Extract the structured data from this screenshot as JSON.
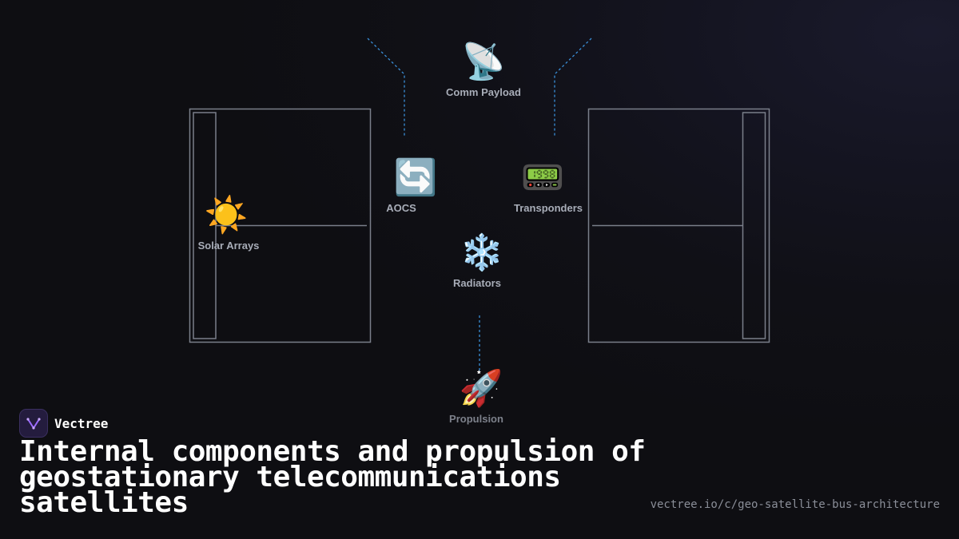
{
  "diagram": {
    "nodes": {
      "comm_payload": {
        "label": "Comm Payload",
        "icon": "satellite-dish-icon"
      },
      "aocs": {
        "label": "AOCS",
        "icon": "arrows-cycle-icon"
      },
      "transponders": {
        "label": "Transponders",
        "icon": "pager-icon"
      },
      "solar_arrays": {
        "label": "Solar Arrays",
        "icon": "sun-icon"
      },
      "radiators": {
        "label": "Radiators",
        "icon": "snowflake-icon"
      },
      "propulsion": {
        "label": "Propulsion",
        "icon": "rocket-icon"
      }
    },
    "colors": {
      "outline": "#7a7f8a",
      "dashed": "#3a8fd8",
      "background": "#0e0e12"
    }
  },
  "brand": {
    "name": "Vectree"
  },
  "title": "Internal components and propulsion of geostationary telecommunications satellites",
  "url": "vectree.io/c/geo-satellite-bus-architecture"
}
